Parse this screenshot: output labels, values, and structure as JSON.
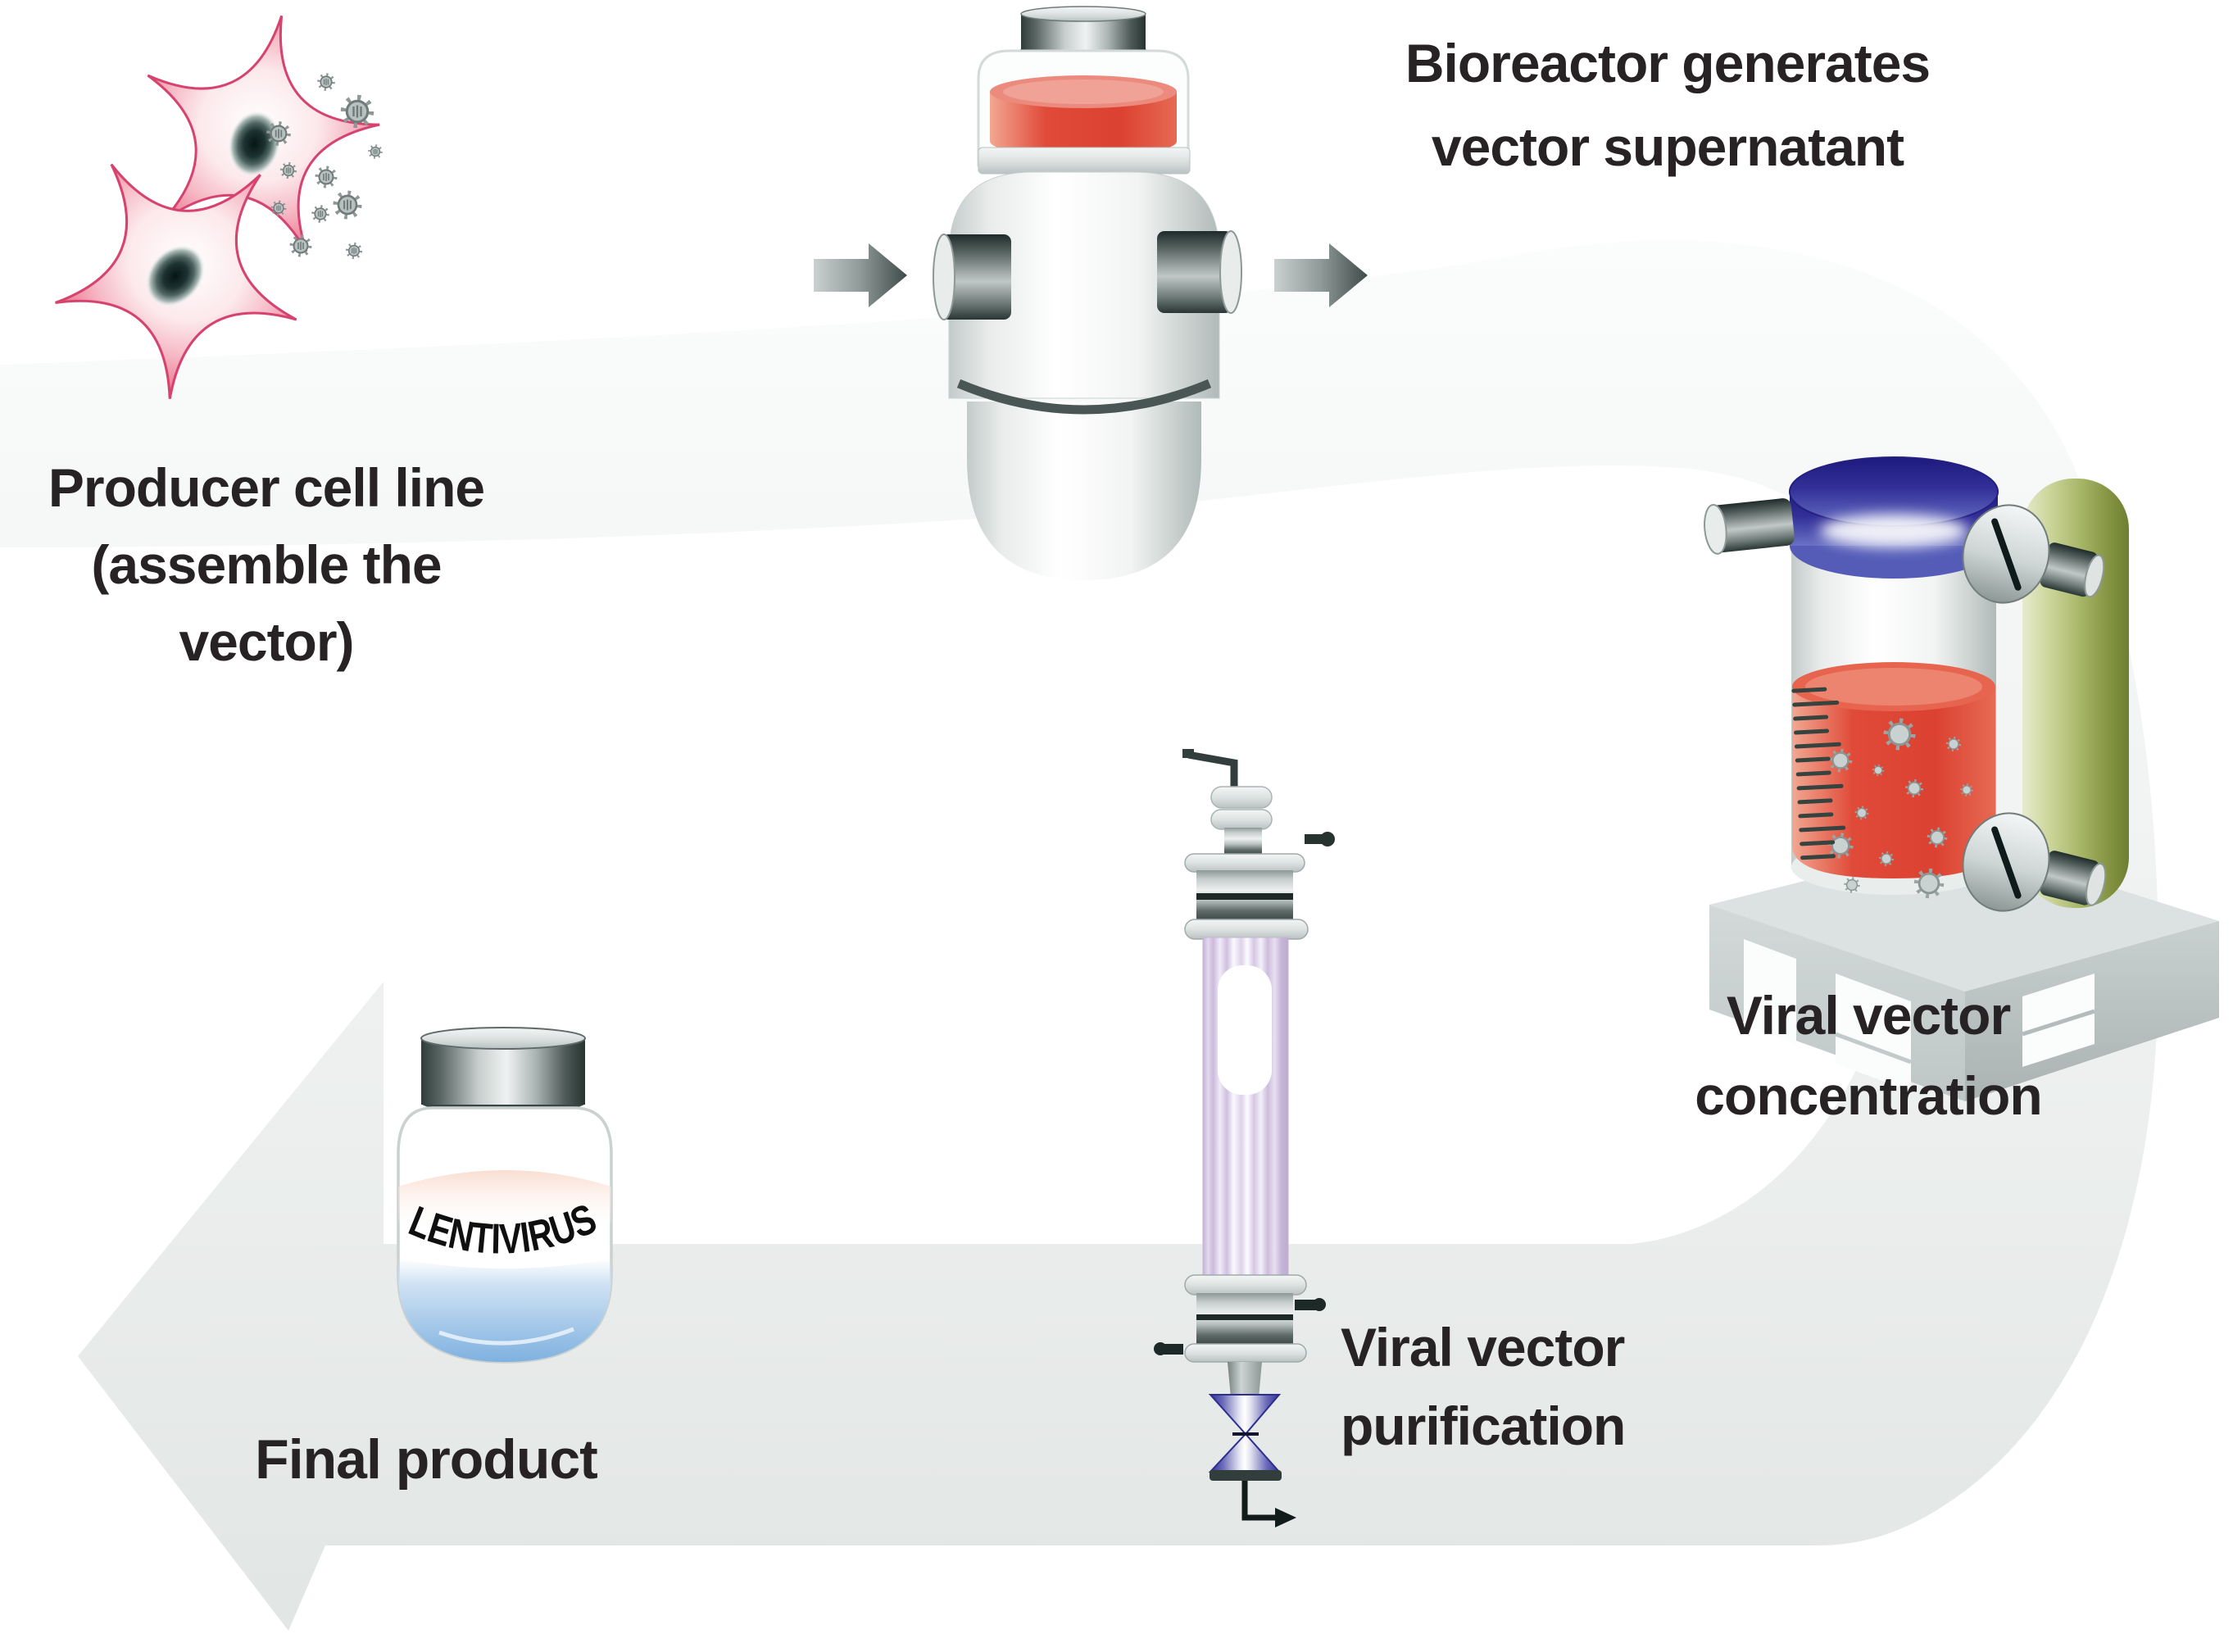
{
  "diagram": {
    "type": "process-flow",
    "subject": "Lentiviral vector manufacturing workflow"
  },
  "stages": {
    "producer": {
      "line1": "Producer cell line",
      "line2": "(assemble the vector)"
    },
    "bioreactor": {
      "line1": "Bioreactor generates",
      "line2": "vector supernatant"
    },
    "concentration": {
      "line1": "Viral vector",
      "line2": "concentration"
    },
    "purification": {
      "line1": "Viral vector",
      "line2": "purification"
    },
    "final_product": {
      "label": "Final product",
      "vial_text": "LENTIVIRUS"
    }
  },
  "colors": {
    "label_text": "#272324",
    "flow_band": "#e2e6e4",
    "cell_pink": "#f092a6",
    "cell_outline": "#d6436f",
    "virus_gray": "#97a2a1",
    "bioreactor_liquid_red": "#dd4434",
    "concentration_lid_blue": "#312e92",
    "concentration_liquid_red": "#dd4636",
    "green_cylinder": "#a3b161",
    "column_lavender": "#d5c6e4",
    "valve_blue": "#31319a",
    "vial_liquid_blue": "#86b5e2",
    "metal_dark": "#303c3a"
  }
}
